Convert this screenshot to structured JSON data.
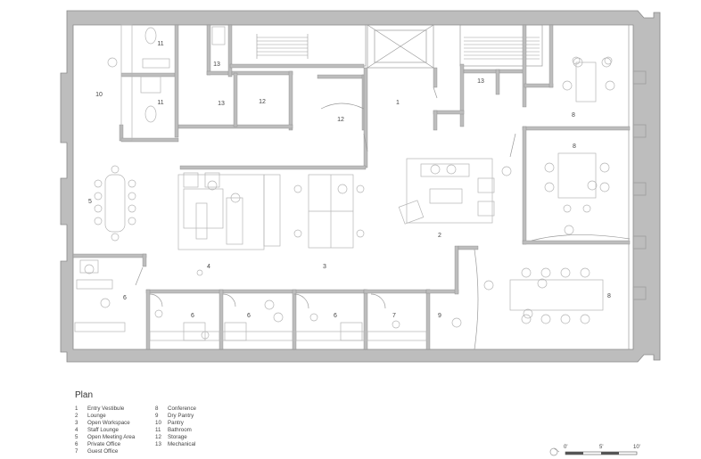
{
  "legend": {
    "title": "Plan",
    "items": [
      {
        "num": "1",
        "name": "Entry Vestibule"
      },
      {
        "num": "2",
        "name": "Lounge"
      },
      {
        "num": "3",
        "name": "Open Workspace"
      },
      {
        "num": "4",
        "name": "Staff Lounge"
      },
      {
        "num": "5",
        "name": "Open Meeting Area"
      },
      {
        "num": "6",
        "name": "Private Office"
      },
      {
        "num": "7",
        "name": "Guest Office"
      },
      {
        "num": "8",
        "name": "Conference"
      },
      {
        "num": "9",
        "name": "Dry Pantry"
      },
      {
        "num": "10",
        "name": "Pantry"
      },
      {
        "num": "11",
        "name": "Bathroom"
      },
      {
        "num": "12",
        "name": "Storage"
      },
      {
        "num": "13",
        "name": "Mechanical"
      }
    ]
  },
  "scale": {
    "labels": [
      "0'",
      "5'",
      "10'"
    ]
  },
  "rooms": {
    "r1": "1",
    "r2": "2",
    "r3": "3",
    "r4": "4",
    "r5": "5",
    "r6a": "6",
    "r6b": "6",
    "r6c": "6",
    "r6d": "6",
    "r7": "7",
    "r8a": "8",
    "r8b": "8",
    "r8c": "8",
    "r9": "9",
    "r10": "10",
    "r11a": "11",
    "r11b": "11",
    "r12a": "12",
    "r12b": "12",
    "r13a": "13",
    "r13b": "13",
    "r13c": "13"
  },
  "colors": {
    "wall": "#bdbdbd",
    "wall_stroke": "#8a8a8a",
    "line": "#9a9a9a",
    "furniture": "#b5b5b5"
  }
}
